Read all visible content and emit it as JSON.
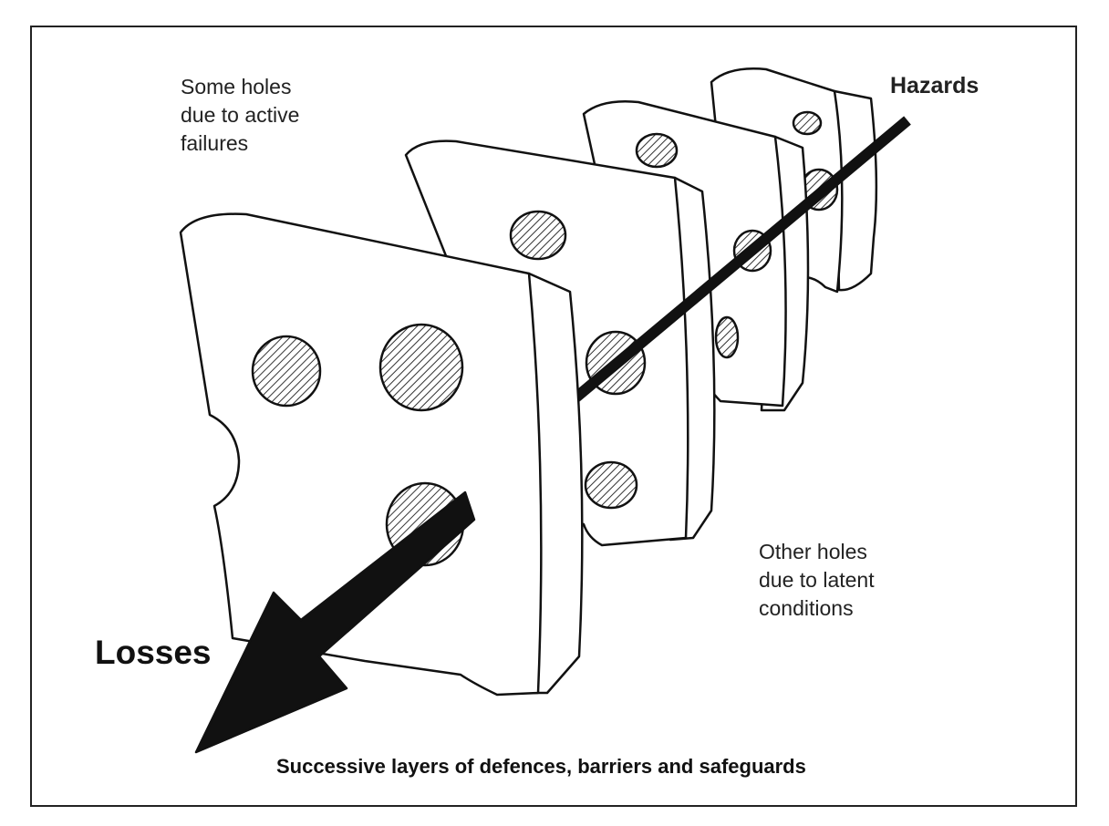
{
  "diagram": {
    "labels": {
      "active_failures": "Some holes\ndue to active\nfailures",
      "hazards": "Hazards",
      "latent_conditions": "Other holes\ndue to latent\nconditions",
      "losses": "Losses",
      "caption": "Successive layers of defences, barriers and safeguards"
    },
    "layers": 4,
    "colors": {
      "ink": "#111111",
      "paper": "#ffffff"
    }
  }
}
